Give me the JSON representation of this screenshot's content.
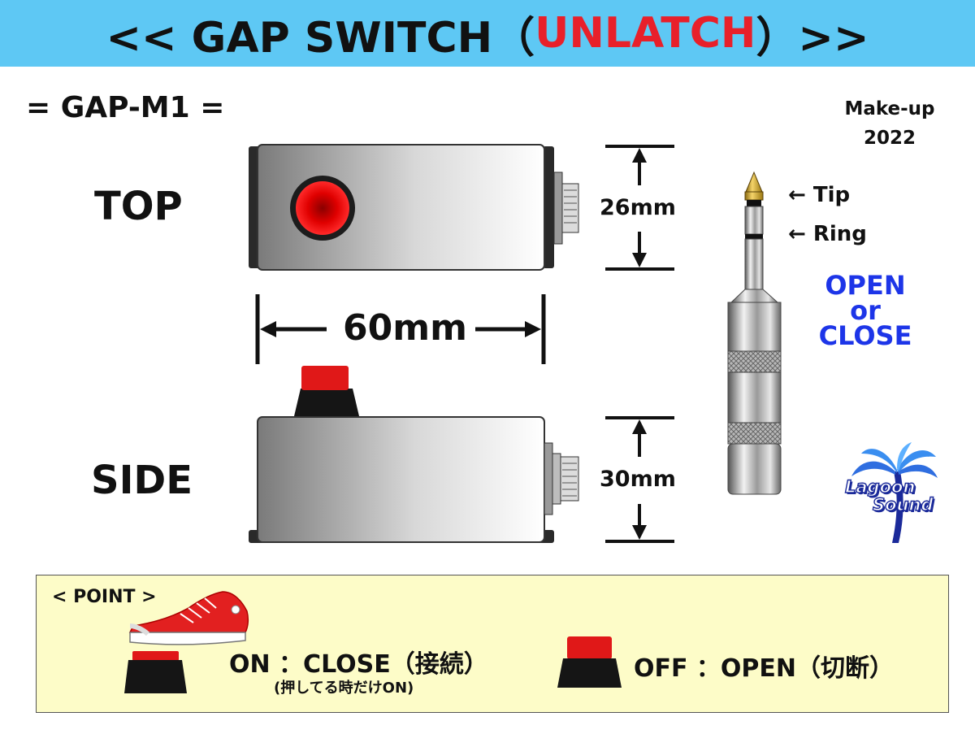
{
  "title": {
    "prefix": "<< GAP SWITCH（",
    "highlight": "UNLATCH",
    "suffix": "）>>",
    "highlight_color": "#e8202a",
    "bar_color": "#5ec8f4"
  },
  "model": "= GAP-M1 =",
  "makeup": {
    "line1": "Make-up",
    "line2": "2022"
  },
  "views": {
    "top": "TOP",
    "side": "SIDE"
  },
  "dimensions": {
    "height_top": "26mm",
    "width": "60mm",
    "height_side": "30mm"
  },
  "jack": {
    "tip": "← Tip",
    "ring": "← Ring"
  },
  "mode": {
    "line1": "OPEN",
    "line2": "or",
    "line3": "CLOSE",
    "color": "#1d35e8"
  },
  "logo": {
    "line1": "Lagoon",
    "line2": "Sound"
  },
  "point": {
    "title": "< POINT >",
    "on_label": "ON ：CLOSE（接続）",
    "on_sub": "(押してる時だけON)",
    "off_label": "OFF ：OPEN（切断）"
  },
  "icons": [
    "red-button-icon",
    "sneaker-icon",
    "phone-plug-icon",
    "palm-tree-icon"
  ]
}
